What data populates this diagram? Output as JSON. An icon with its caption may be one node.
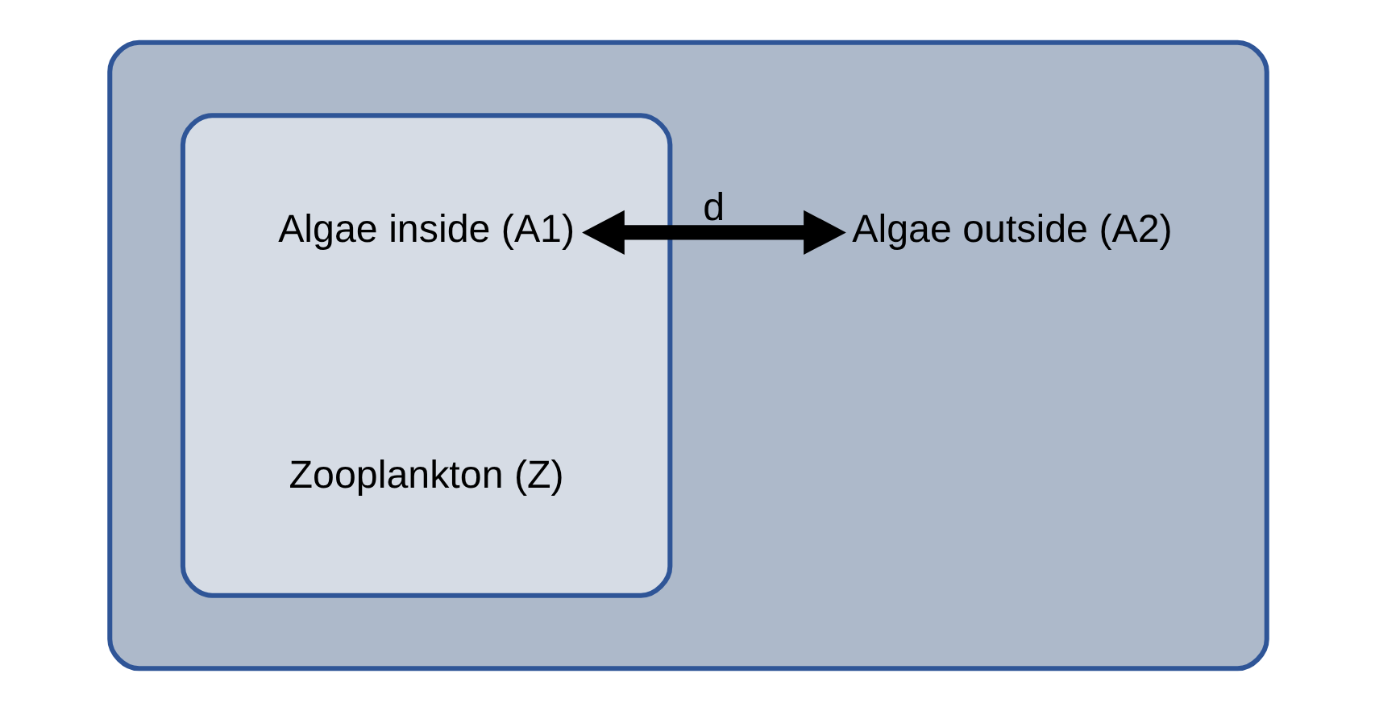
{
  "diagram": {
    "nodes": [
      {
        "text": [],
        "shape": "box"
      },
      {
        "text": [],
        "shape": "box",
        "in": 0
      },
      {
        "text": [
          "Algae inside (A1)"
        ],
        "in": 1
      },
      {
        "text": [
          "Zooplankton (Z)"
        ],
        "in": 1
      },
      {
        "text": [
          "Algae outside (A2)"
        ],
        "in": 0
      }
    ],
    "edges": [
      {
        "from": 2,
        "to": 4,
        "arrow": "both",
        "label": "d"
      }
    ]
  }
}
